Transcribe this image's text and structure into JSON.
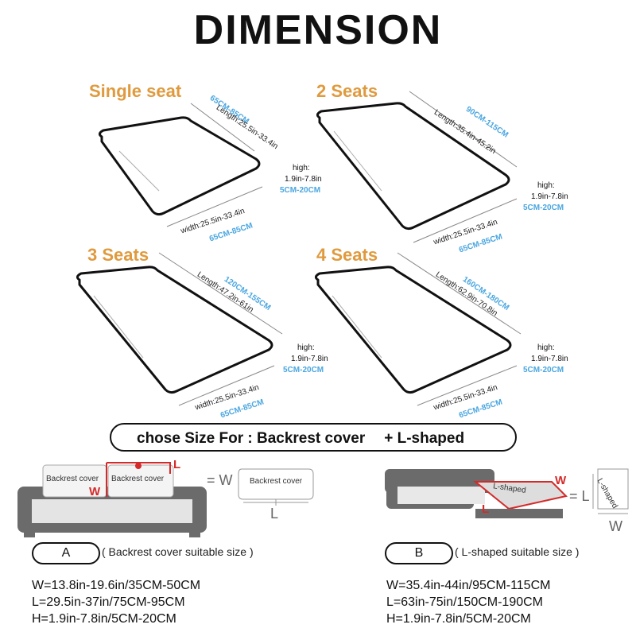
{
  "title": "DIMENSION",
  "seats": [
    {
      "name": "Single seat",
      "length_in": "Length:25.5in-33.4in",
      "length_cm": "65CM-85CM",
      "high_label": "high:",
      "high_in": "1.9in-7.8in",
      "high_cm": "5CM-20CM",
      "width_in": "width:25.5in-33.4in",
      "width_cm": "65CM-85CM"
    },
    {
      "name": "2 Seats",
      "length_in": "Length:35.4in-45.2in",
      "length_cm": "90CM-115CM",
      "high_label": "high:",
      "high_in": "1.9in-7.8in",
      "high_cm": "5CM-20CM",
      "width_in": "width:25.5in-33.4in",
      "width_cm": "65CM-85CM"
    },
    {
      "name": "3 Seats",
      "length_in": "Length:47.2in-61in",
      "length_cm": "120CM-155CM",
      "high_label": "high:",
      "high_in": "1.9in-7.8in",
      "high_cm": "5CM-20CM",
      "width_in": "width:25.5in-33.4in",
      "width_cm": "65CM-85CM"
    },
    {
      "name": "4 Seats",
      "length_in": "Length:62.9in-70.8in",
      "length_cm": "160CM-180CM",
      "high_label": "high:",
      "high_in": "1.9in-7.8in",
      "high_cm": "5CM-20CM",
      "width_in": "width:25.5in-33.4in",
      "width_cm": "65CM-85CM"
    }
  ],
  "choose": {
    "text": "chose Size For : Backrest cover",
    "plus": "+ L-shaped"
  },
  "option_a": {
    "letter": "A",
    "note": "( Backrest cover   suitable size )",
    "cover_label_1": "Backrest cover",
    "cover_label_2": "Backrest cover",
    "cover_label_3": "Backrest cover",
    "w_label": "W",
    "l_label": "L",
    "eq_w": "= W",
    "l_bottom": "L",
    "specs": [
      "W=13.8in-19.6in/35CM-50CM",
      "L=29.5in-37in/75CM-95CM",
      "H=1.9in-7.8in/5CM-20CM"
    ]
  },
  "option_b": {
    "letter": "B",
    "note": "( L-shaped  suitable size )",
    "lshape_label": "L-shaped",
    "lshape_label_2": "L-shaped",
    "w_label": "W",
    "l_label": "L",
    "eq_l": "= L",
    "w_bottom": "W",
    "specs": [
      "W=35.4in-44in/95CM-115CM",
      "L=63in-75in/150CM-190CM",
      "H=1.9in-7.8in/5CM-20CM"
    ]
  },
  "colors": {
    "accent": "#e09a3e",
    "blue": "#4aa6e0",
    "red": "#d42a2a",
    "sofa": "#6b6b6b"
  }
}
